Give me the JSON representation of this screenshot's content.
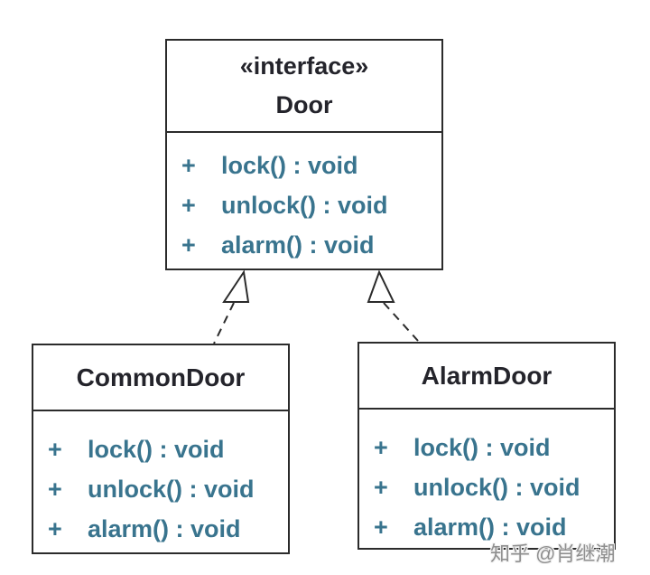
{
  "diagram": {
    "interface_box": {
      "stereotype": "«interface»",
      "name": "Door",
      "methods": [
        {
          "visibility": "+",
          "signature": "lock() : void"
        },
        {
          "visibility": "+",
          "signature": "unlock() : void"
        },
        {
          "visibility": "+",
          "signature": "alarm() : void"
        }
      ]
    },
    "classes": [
      {
        "name": "CommonDoor",
        "methods": [
          {
            "visibility": "+",
            "signature": "lock() : void"
          },
          {
            "visibility": "+",
            "signature": "unlock() : void"
          },
          {
            "visibility": "+",
            "signature": "alarm() : void"
          }
        ]
      },
      {
        "name": "AlarmDoor",
        "methods": [
          {
            "visibility": "+",
            "signature": "lock() : void"
          },
          {
            "visibility": "+",
            "signature": "unlock() : void"
          },
          {
            "visibility": "+",
            "signature": "alarm() : void"
          }
        ]
      }
    ],
    "relationship_type": "realization"
  },
  "watermark": {
    "text": "知乎 @肖继潮"
  },
  "colors": {
    "background": "#ffffff",
    "border": "#2b2b2b",
    "title_text": "#24242b",
    "method_text": "#39748e",
    "watermark_text": "#8f8f8f"
  }
}
